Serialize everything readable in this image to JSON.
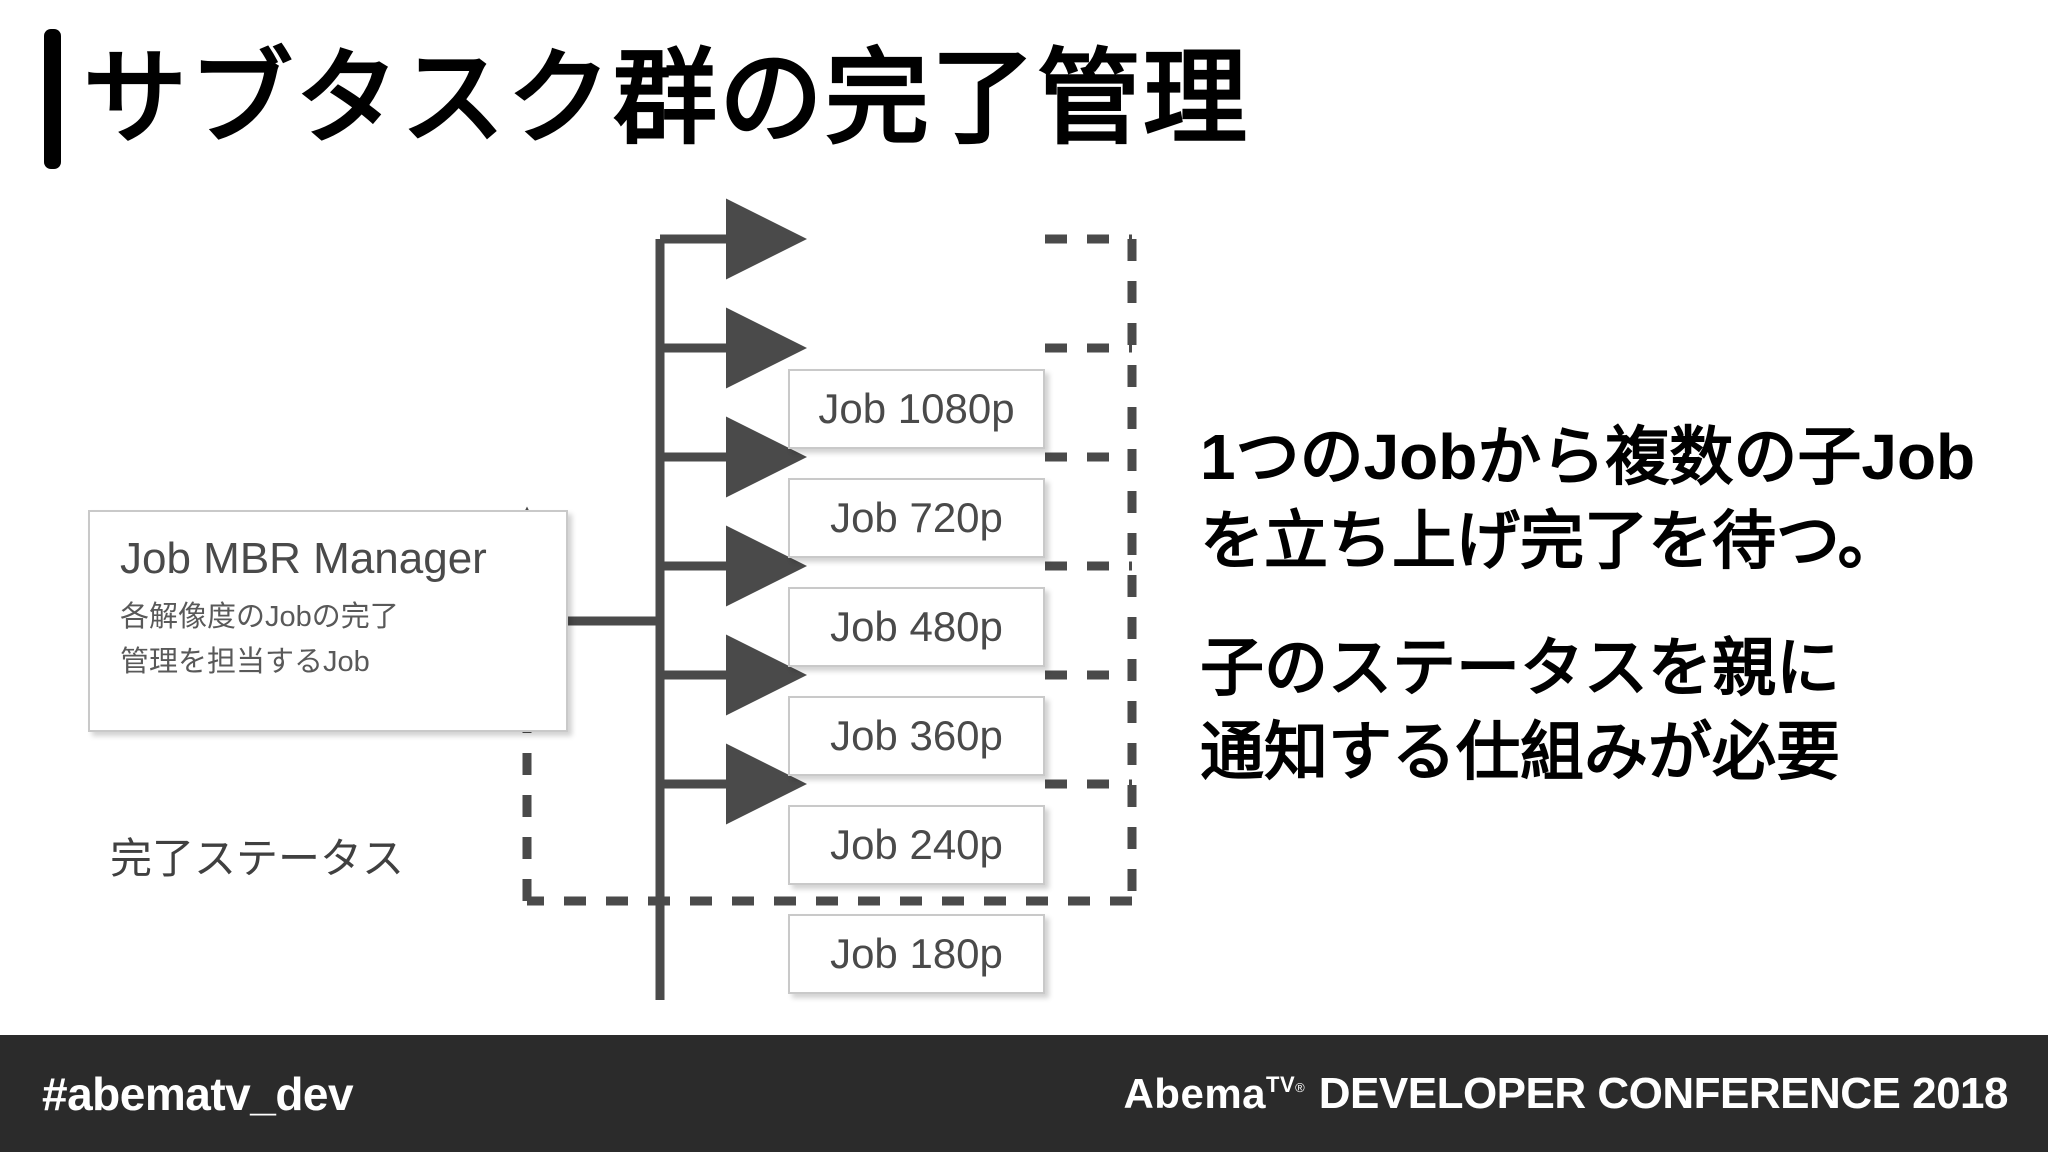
{
  "slide": {
    "title": "サブタスク群の完了管理",
    "background_color": "#ffffff",
    "accent_color": "#000000"
  },
  "diagram": {
    "parent_node": {
      "title": "Job MBR Manager",
      "description_lines": [
        "各解像度のJobの完了",
        "管理を担当するJob"
      ],
      "border_color": "#c9c9c9",
      "text_color": "#4a4a4a"
    },
    "child_nodes": [
      {
        "label": "Job 1080p"
      },
      {
        "label": "Job 720p"
      },
      {
        "label": "Job 480p"
      },
      {
        "label": "Job 360p"
      },
      {
        "label": "Job 240p"
      },
      {
        "label": "Job 180p"
      }
    ],
    "return_edge_label": "完了ステータス",
    "edge_color": "#4a4a4a"
  },
  "commentary": {
    "blocks": [
      {
        "lines": [
          "1つのJobから複数の子Job",
          "を立ち上げ完了を待つ。"
        ]
      },
      {
        "lines": [
          "子のステータスを親に",
          "通知する仕組みが必要"
        ]
      }
    ],
    "text_color": "#000000"
  },
  "footer": {
    "hashtag": "#abematv_dev",
    "brand_name": "Abema",
    "brand_superscript": "TV",
    "brand_registered": "®",
    "conference": "DEVELOPER CONFERENCE 2018",
    "background_color": "#2b2b2b",
    "text_color": "#ffffff"
  }
}
